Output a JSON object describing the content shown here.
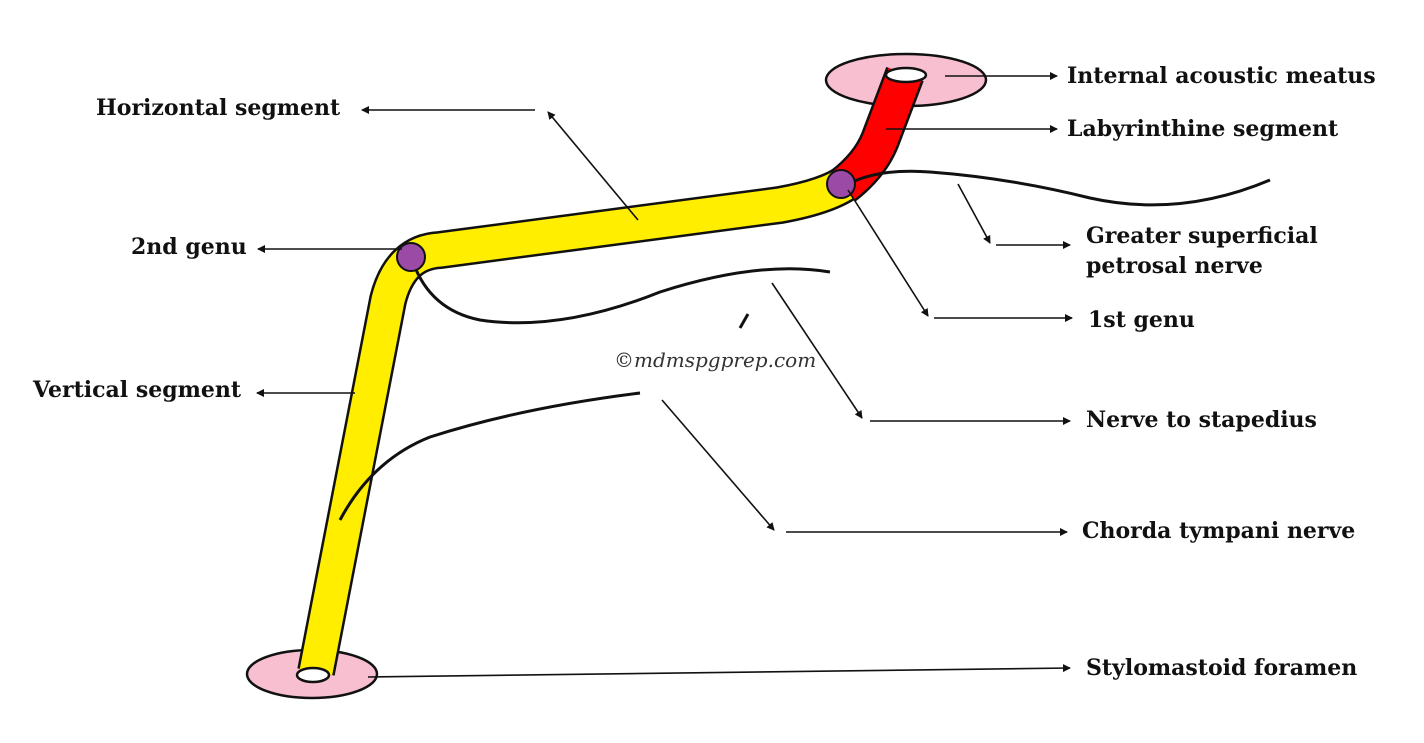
{
  "labels": {
    "internal_acoustic_meatus": "Internal acoustic meatus",
    "labyrinthine_segment": "Labyrinthine segment",
    "horizontal_segment": "Horizontal segment",
    "greater_superficial_petrosal_nerve": "Greater superficial petrosal nerve",
    "second_genu": "2nd genu",
    "first_genu": "1st genu",
    "vertical_segment": "Vertical segment",
    "nerve_to_stapedius": "Nerve to stapedius",
    "chorda_tympani_nerve": "Chorda tympani nerve",
    "stylomastoid_foramen": "Stylomastoid foramen"
  },
  "watermark": "©mdmspgprep.com",
  "colors": {
    "nerve_main": "#ffee00",
    "labyrinthine": "#ff0000",
    "foramen": "#f7bfd0",
    "genu": "#9b4aa6",
    "outline": "#111111"
  }
}
